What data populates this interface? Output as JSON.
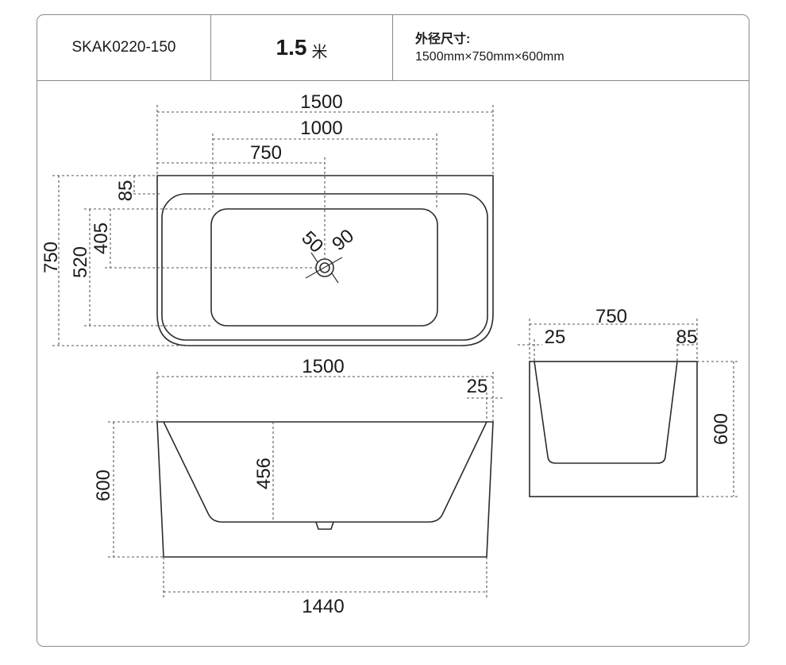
{
  "header": {
    "model": "SKAK0220-150",
    "size_number": "1.5",
    "size_unit": "米",
    "spec_label": "外径尺寸:",
    "spec_value": "1500mm×750mm×600mm"
  },
  "top_view": {
    "width_total": "1500",
    "width_inner": "1000",
    "drain_offset": "750",
    "depth_total": "750",
    "depth_520": "520",
    "depth_405": "405",
    "rim_85": "85",
    "drain_50": "50",
    "drain_90": "90"
  },
  "front_view": {
    "top_width": "1500",
    "rim_25": "25",
    "height": "600",
    "inner_depth": "456",
    "base_width": "1440"
  },
  "side_view": {
    "width": "750",
    "left_rim": "25",
    "right_rim": "85",
    "height": "600"
  }
}
